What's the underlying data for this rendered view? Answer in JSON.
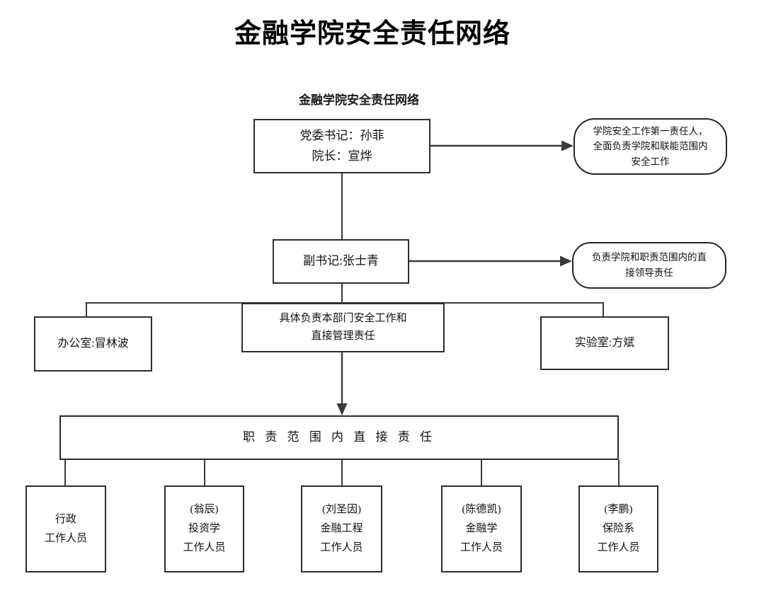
{
  "title": "金融学院安全责任网络",
  "colors": {
    "line": "#3a3a3a",
    "border": "#2d2d2d",
    "background": "#ffffff",
    "text": "#111111"
  },
  "diagram": {
    "heading": "金融学院安全责任网络",
    "leader_box": {
      "line1": "党委书记：孙菲",
      "line2": "院长：宣烨"
    },
    "leader_note": {
      "line1": "学院安全工作第一责任人，",
      "line2": "全面负责学院和联能范围内",
      "line3": "安全工作"
    },
    "deputy_box": {
      "label": "副书记:张士青"
    },
    "deputy_note": {
      "line1": "负责学院和职责范围内的直",
      "line2": "接领导责任"
    },
    "office_box": {
      "label": "办公室:冒林波"
    },
    "duty_box": {
      "line1": "具体负责本部门安全工作和",
      "line2": "直接管理责任"
    },
    "lab_box": {
      "label": "实验室:方斌"
    },
    "direct_duty_box": {
      "label": "职 责 范 围 内 直 接 责 任"
    },
    "staff_boxes": [
      {
        "lines": [
          "行政",
          "工作人员"
        ]
      },
      {
        "lines": [
          "(翁辰)",
          "投资学",
          "工作人员"
        ]
      },
      {
        "lines": [
          "(刘圣因)",
          "金融工程",
          "工作人员"
        ]
      },
      {
        "lines": [
          "(陈德凯)",
          "金融学",
          "工作人员"
        ]
      },
      {
        "lines": [
          "(李鹏)",
          "保险系",
          "工作人员"
        ]
      }
    ]
  }
}
